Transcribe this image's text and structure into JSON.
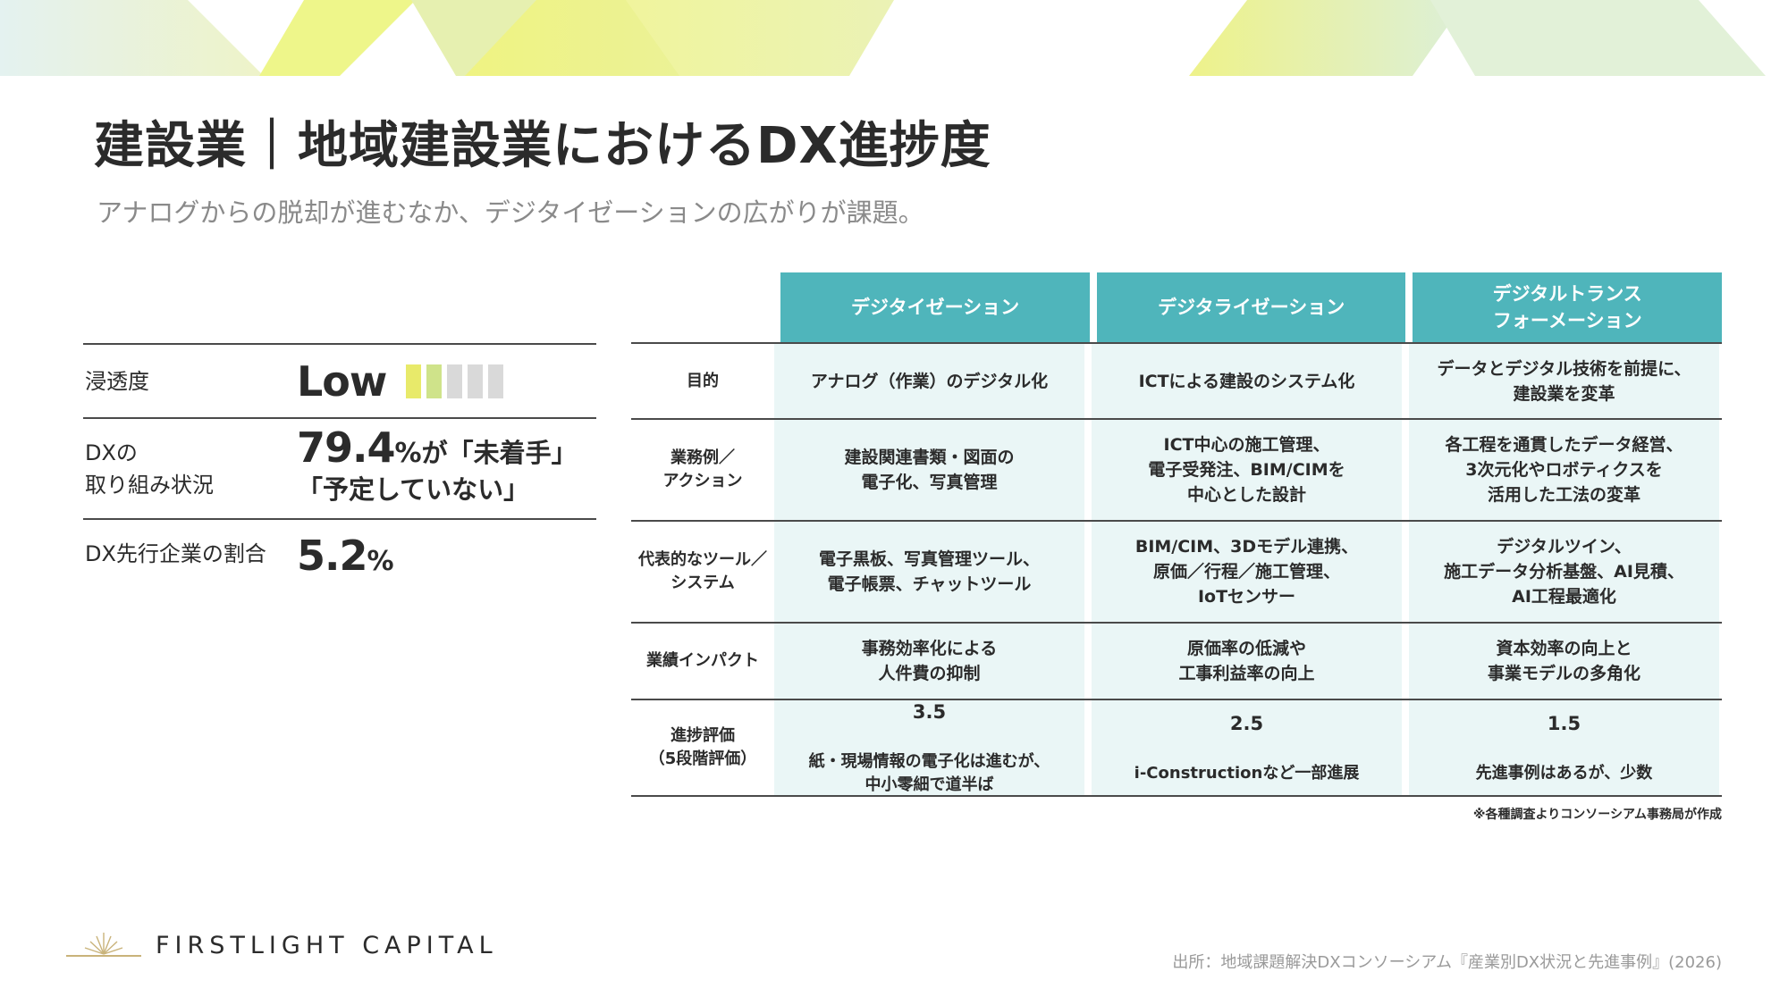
{
  "header": {
    "title": "建設業｜地域建設業におけるDX進捗度",
    "subtitle": "アナログからの脱却が進むなか、デジタイゼーションの広がりが課題。"
  },
  "metrics": {
    "penetration": {
      "label": "浸透度",
      "value": "Low",
      "level_filled": 2,
      "level_total": 5,
      "colors": [
        "#e8ea6a",
        "#cfe38a",
        "#d9d9d9",
        "#d9d9d9",
        "#d9d9d9"
      ]
    },
    "status": {
      "label_line1": "DXの",
      "label_line2": "取り組み状況",
      "value_number": "79.4",
      "value_unit": "%",
      "value_text1": "が「未着手」",
      "value_text2": "「予定していない」"
    },
    "leaders": {
      "label": "DX先行企業の割合",
      "value_number": "5.2",
      "value_unit": "%"
    }
  },
  "table": {
    "headers": [
      "デジタイゼーション",
      "デジタライゼーション",
      "デジタルトランス\nフォーメーション"
    ],
    "rows": [
      {
        "label": "目的",
        "cells": [
          "アナログ（作業）のデジタル化",
          "ICTによる建設のシステム化",
          "データとデジタル技術を前提に、\n建設業を変革"
        ]
      },
      {
        "label": "業務例／\nアクション",
        "cells": [
          "建設関連書類・図面の\n電子化、写真管理",
          "ICT中心の施工管理、\n電子受発注、BIM/CIMを\n中心とした設計",
          "各工程を通貫したデータ経営、\n3次元化やロボティクスを\n活用した工法の変革"
        ]
      },
      {
        "label": "代表的なツール／\nシステム",
        "cells": [
          "電子黒板、写真管理ツール、\n電子帳票、チャットツール",
          "BIM/CIM、3Dモデル連携、\n原価／行程／施工管理、\nIoTセンサー",
          "デジタルツイン、\n施工データ分析基盤、AI見積、\nAI工程最適化"
        ]
      },
      {
        "label": "業績インパクト",
        "cells": [
          "事務効率化による\n人件費の抑制",
          "原価率の低減や\n工事利益率の向上",
          "資本効率の向上と\n事業モデルの多角化"
        ]
      }
    ],
    "evaluation": {
      "label": "進捗評価\n（5段階評価）",
      "cells": [
        {
          "score": "3.5",
          "note": "紙・現場情報の電子化は進むが、\n中小零細で道半ば"
        },
        {
          "score": "2.5",
          "note": "i-Constructionなど一部進展"
        },
        {
          "score": "1.5",
          "note": "先進事例はあるが、少数"
        }
      ]
    },
    "footnote": "※各種調査よりコンソーシアム事務局が作成"
  },
  "footer": {
    "logo_text": "FIRSTLIGHT CAPITAL",
    "source": "出所：地域課題解決DXコンソーシアム『産業別DX状況と先進事例』(2026)"
  },
  "colors": {
    "accent_teal": "#4fb5bb",
    "cell_bg": "#eaf6f6",
    "deco_yellow": "#eef07a",
    "deco_green": "#dcefc8"
  }
}
